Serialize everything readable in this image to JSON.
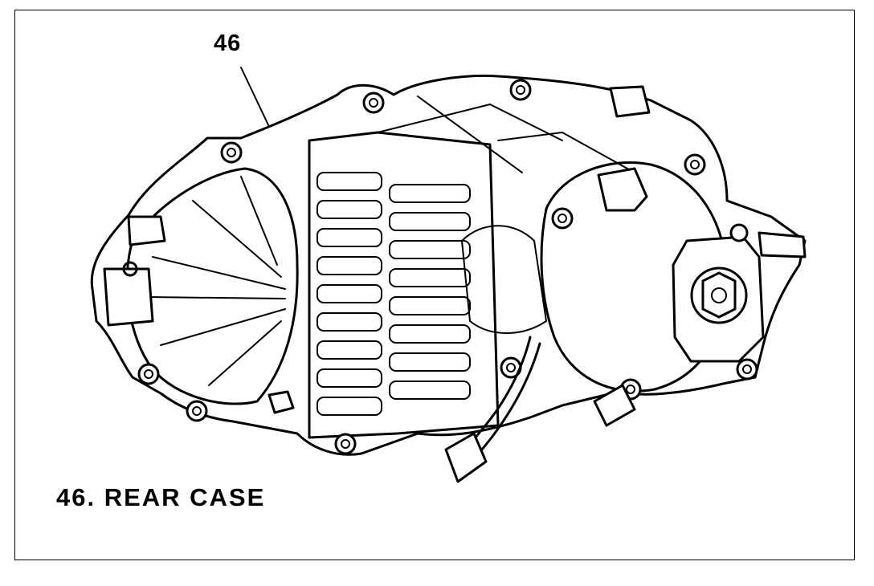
{
  "callout": {
    "number": "46"
  },
  "caption": {
    "text": "46. REAR CASE"
  },
  "illustration": {
    "subject": "rear-case-line-drawing"
  }
}
